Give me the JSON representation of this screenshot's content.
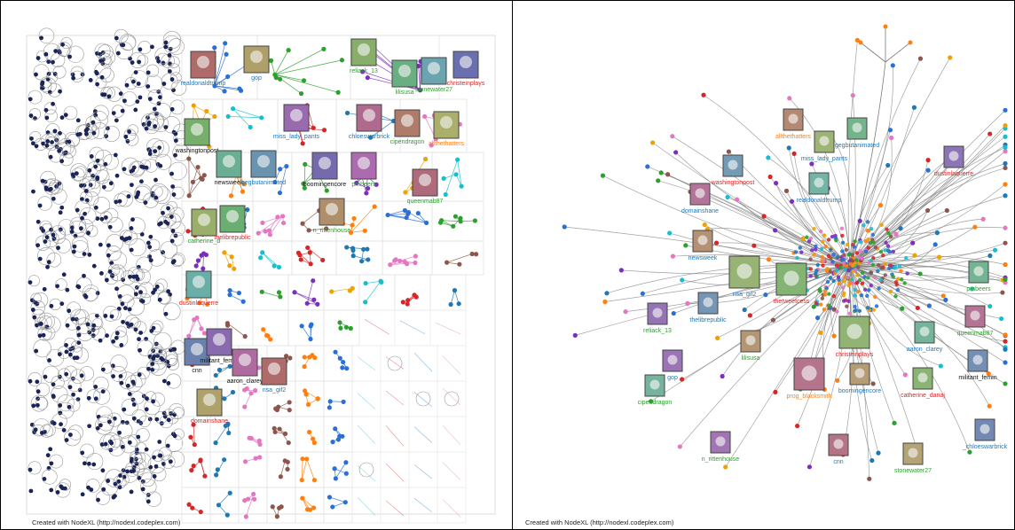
{
  "left_panel": {
    "credit": "Created with NodeXL (http://nodexl.codeplex.com)",
    "accounts": [
      {
        "label": "realdonaldtrump",
        "color": "#1f77b4"
      },
      {
        "label": "gop",
        "color": "#1f77b4"
      },
      {
        "label": "reliack_13",
        "color": "#2ca02c"
      },
      {
        "label": "lilisusa",
        "color": "#2ca02c"
      },
      {
        "label": "stonewater27",
        "color": "#2ca02c"
      },
      {
        "label": "christeinplays",
        "color": "#d62728"
      },
      {
        "label": "miss_lady_pants",
        "color": "#1f77b4"
      },
      {
        "label": "chloeswarbrick",
        "color": "#1f77b4"
      },
      {
        "label": "cipendragon",
        "color": "#2ca02c"
      },
      {
        "label": "allthethatters",
        "color": "#ff7f0e"
      },
      {
        "label": "washingtonpost",
        "color": "#111111"
      },
      {
        "label": "newsweek",
        "color": "#111111"
      },
      {
        "label": "gegbutanimated",
        "color": "#1f77b4"
      },
      {
        "label": "boomingencore",
        "color": "#111111"
      },
      {
        "label": "pmbeers",
        "color": "#2ca02c"
      },
      {
        "label": "queenmab87",
        "color": "#2ca02c"
      },
      {
        "label": "n_rittenhouse",
        "color": "#2ca02c"
      },
      {
        "label": "catherine_d",
        "color": "#2ca02c"
      },
      {
        "label": "thelibrepublic",
        "color": "#d62728"
      },
      {
        "label": "dustinlaquerre",
        "color": "#d62728"
      },
      {
        "label": "cnn",
        "color": "#111111"
      },
      {
        "label": "militant_femin",
        "color": "#111111"
      },
      {
        "label": "aaron_clarey",
        "color": "#111111"
      },
      {
        "label": "nsa_gif2",
        "color": "#1f77b4"
      },
      {
        "label": "domainshane",
        "color": "#d62728"
      }
    ]
  },
  "right_panel": {
    "credit": "Created with NodeXL (http://nodexl.codeplex.com)",
    "accounts": [
      {
        "label": "allthethatters",
        "color": "#ff7f0e"
      },
      {
        "label": "miss_lady_pants",
        "color": "#1f77b4"
      },
      {
        "label": "gegbutanimated",
        "color": "#1f77b4"
      },
      {
        "label": "washingtonpost",
        "color": "#d62728"
      },
      {
        "label": "dustinlaquerre",
        "color": "#d62728"
      },
      {
        "label": "domainshane",
        "color": "#1f77b4"
      },
      {
        "label": "newsweek",
        "color": "#1f77b4"
      },
      {
        "label": "nsa_gif2",
        "color": "#1f77b4"
      },
      {
        "label": "pmbeers",
        "color": "#2ca02c"
      },
      {
        "label": "thelibrepublic",
        "color": "#1f77b4"
      },
      {
        "label": "reliack_13",
        "color": "#2ca02c"
      },
      {
        "label": "queenmab87",
        "color": "#2ca02c"
      },
      {
        "label": "lilisusa",
        "color": "#2ca02c"
      },
      {
        "label": "christeinplays",
        "color": "#d62728"
      },
      {
        "label": "aaron_clarey",
        "color": "#1f77b4"
      },
      {
        "label": "militant_femin",
        "color": "#111111"
      },
      {
        "label": "gop",
        "color": "#1f77b4"
      },
      {
        "label": "prog_blacksmith",
        "color": "#ff7f0e"
      },
      {
        "label": "boomingencore",
        "color": "#1f77b4"
      },
      {
        "label": "catherine_danaj",
        "color": "#d62728"
      },
      {
        "label": "cipendragon",
        "color": "#2ca02c"
      },
      {
        "label": "_chloeswarbrick",
        "color": "#1f77b4"
      },
      {
        "label": "n_rittenhouse",
        "color": "#2ca02c"
      },
      {
        "label": "cnn",
        "color": "#1f77b4"
      },
      {
        "label": "stonewater27",
        "color": "#2ca02c"
      },
      {
        "label": "thetweetcess",
        "color": "#d62728"
      },
      {
        "label": "realdonaldtrump",
        "color": "#1f77b4"
      }
    ]
  },
  "palette": {
    "node_dark": "#1a2456",
    "edge": "#7a7a7a",
    "cluster_colors": [
      "#2a6fd6",
      "#2ca02c",
      "#7b2fbe",
      "#f0a000",
      "#17becf",
      "#d62728",
      "#1f77b4",
      "#e377c2",
      "#8c564b",
      "#ff7f0e"
    ]
  }
}
